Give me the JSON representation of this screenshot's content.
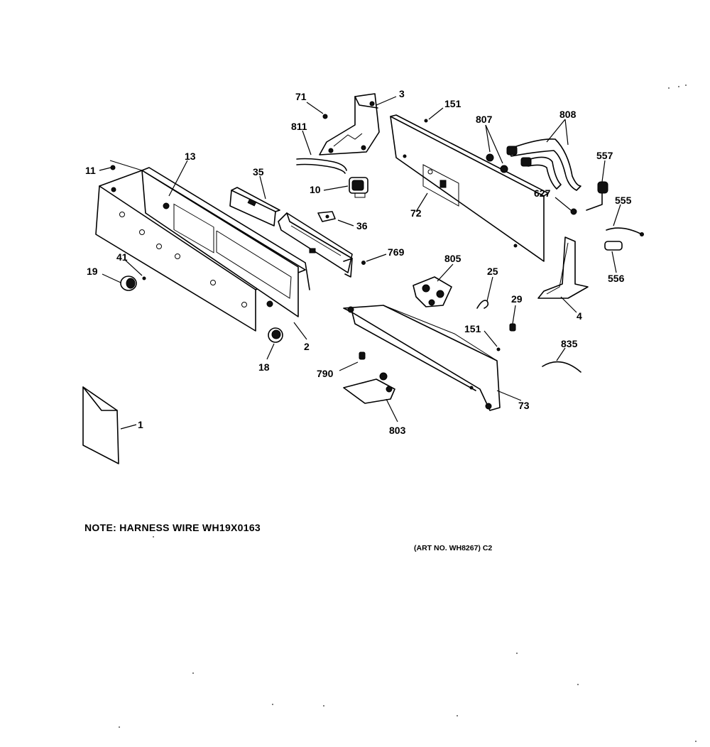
{
  "note": "NOTE: HARNESS WIRE WH19X0163",
  "art_number": "(ART NO. WH8267) C2",
  "callouts": [
    "71",
    "3",
    "151",
    "807",
    "808",
    "811",
    "13",
    "11",
    "35",
    "10",
    "36",
    "72",
    "557",
    "627",
    "555",
    "556",
    "41",
    "19",
    "769",
    "805",
    "25",
    "4",
    "29",
    "151",
    "835",
    "2",
    "18",
    "790",
    "73",
    "803",
    "1"
  ]
}
